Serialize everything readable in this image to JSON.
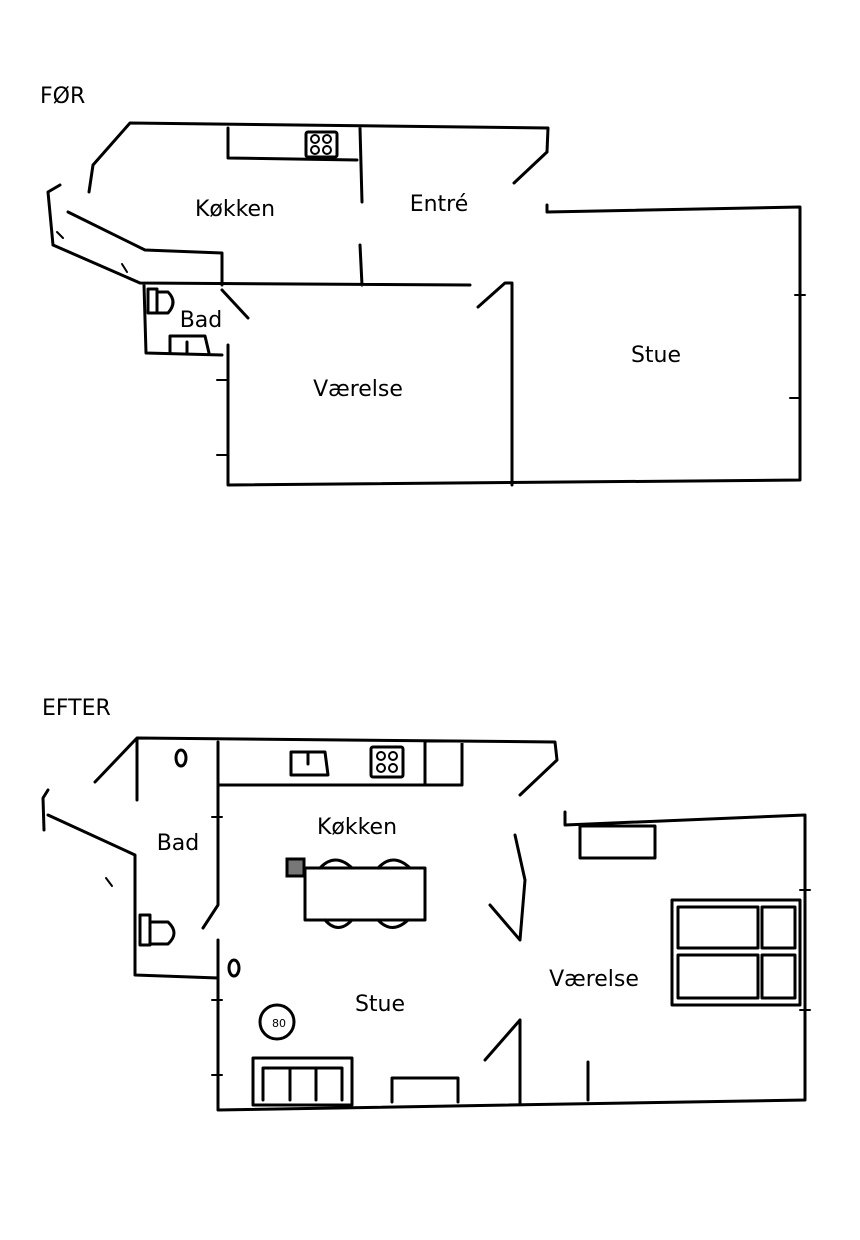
{
  "before": {
    "heading": "FØR",
    "rooms": {
      "kitchen": "Køkken",
      "entrance": "Entré",
      "bathroom": "Bad",
      "bedroom": "Værelse",
      "living": "Stue"
    }
  },
  "after": {
    "heading": "EFTER",
    "rooms": {
      "kitchen": "Køkken",
      "bathroom": "Bad",
      "living": "Stue",
      "bedroom": "Værelse"
    },
    "round_table_label": "80"
  }
}
